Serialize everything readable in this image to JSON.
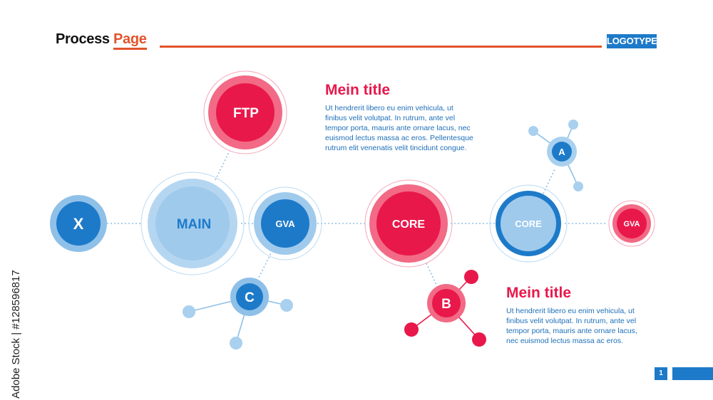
{
  "header": {
    "title_part1": "Process ",
    "title_part2": "Page",
    "logo": "LOGOTYPE"
  },
  "colors": {
    "accent": "#e2532b",
    "blue": "#1d7ac9",
    "light_blue": "#9fcaec",
    "red": "#e8184b",
    "light_red": "#f26a85"
  },
  "nodes": {
    "x": "X",
    "main": "MAIN",
    "gva1": "GVA",
    "ftp": "FTP",
    "c": "C",
    "core1": "CORE",
    "b": "B",
    "core2": "CORE",
    "a": "A",
    "gva2": "GVA"
  },
  "text_blocks": [
    {
      "title": "Mein title",
      "lines": [
        "Ut hendrerit libero eu enim vehicula, ut",
        "finibus velit volutpat. In rutrum, ante vel",
        "tempor porta, mauris ante ornare lacus, nec",
        "euismod lectus massa ac eros. Pellentesque",
        "rutrum elit venenatis velit tincidunt congue."
      ]
    },
    {
      "title": "Mein title",
      "lines": [
        "Ut hendrerit libero eu enim vehicula, ut",
        "finibus velit volutpat. In rutrum, ante vel",
        "tempor porta, mauris ante ornare lacus,",
        "nec euismod lectus massa ac eros."
      ]
    }
  ],
  "page_number": "1",
  "watermark": "Adobe Stock | #128596817"
}
